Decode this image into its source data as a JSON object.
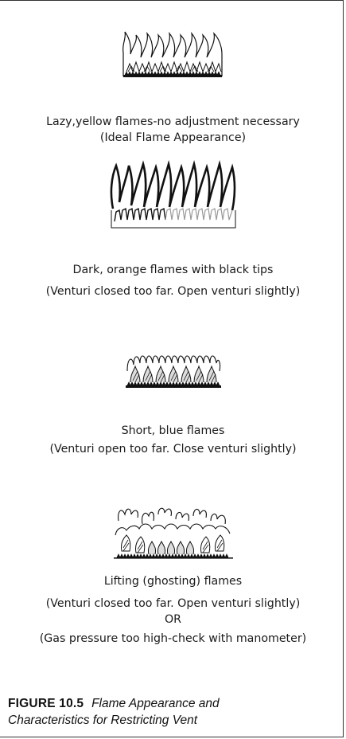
{
  "flames": [
    {
      "caption_lines": [
        "Lazy,yellow flames-no adjustment necessary",
        "(Ideal Flame Appearance)"
      ]
    },
    {
      "caption_lines": [
        "Dark, orange flames with black tips",
        "(Venturi closed too far. Open venturi slightly)"
      ]
    },
    {
      "caption_lines": [
        "Short, blue flames",
        "(Venturi open too far. Close venturi slightly)"
      ]
    },
    {
      "caption_lines": [
        "Lifting (ghosting) flames",
        "(Venturi closed too far. Open venturi slightly)",
        "OR",
        "(Gas pressure too high-check with manometer)"
      ]
    }
  ],
  "figure": {
    "number": "FIGURE 10.5",
    "title_line1": "Flame Appearance and",
    "title_line2": "Characteristics for Restricting Vent"
  },
  "icons": [
    "yellow-flame-icon",
    "orange-flame-icon",
    "blue-flame-icon",
    "lifting-flame-icon"
  ]
}
